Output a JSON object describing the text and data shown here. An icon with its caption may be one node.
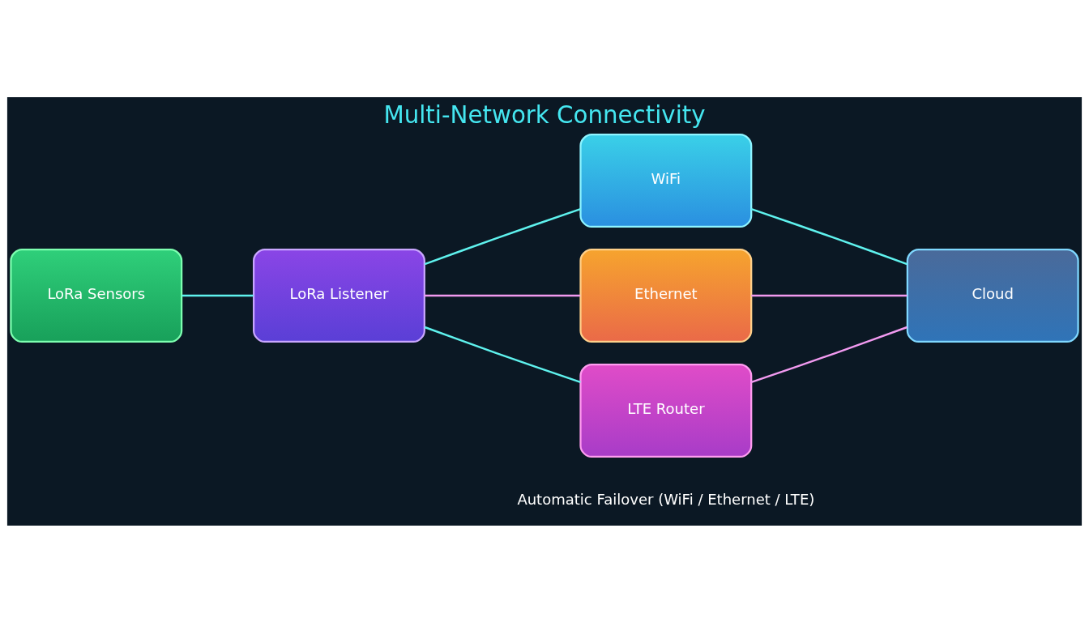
{
  "diagram": {
    "title": "Multi-Network Connectivity",
    "caption": "Automatic Failover (WiFi / Ethernet / LTE)",
    "nodes": [
      {
        "text": [
          "LoRa Sensors"
        ]
      },
      {
        "text": [
          "LoRa Listener"
        ]
      },
      {
        "text": [
          "WiFi"
        ]
      },
      {
        "text": [
          "Ethernet"
        ]
      },
      {
        "text": [
          "LTE Router"
        ]
      },
      {
        "text": [
          "Cloud"
        ]
      }
    ],
    "edges": [
      {
        "from": 0,
        "to": 1,
        "arrow": "none"
      },
      {
        "from": 1,
        "to": 2,
        "arrow": "none"
      },
      {
        "from": 1,
        "to": 3,
        "arrow": "none",
        "color": "#f29af0"
      },
      {
        "from": 1,
        "to": 4,
        "arrow": "none"
      },
      {
        "from": 2,
        "to": 5,
        "arrow": "none"
      },
      {
        "from": 3,
        "to": 5,
        "arrow": "none",
        "color": "#f29af0"
      },
      {
        "from": 4,
        "to": 5,
        "arrow": "none",
        "color": "#f29af0"
      }
    ]
  }
}
